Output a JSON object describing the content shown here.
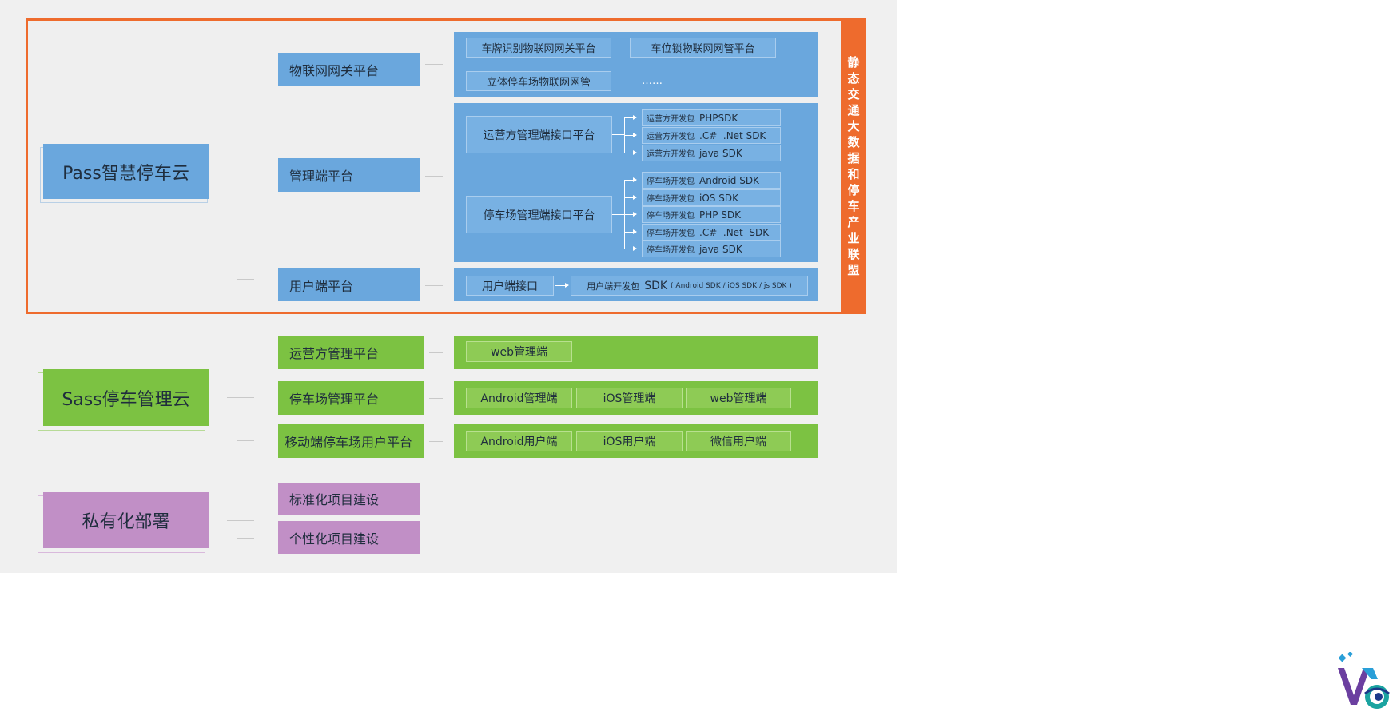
{
  "side_label": "静态交通大数据和停车产业联盟",
  "pass": {
    "root": "Pass智慧停车云",
    "iot_gateway": {
      "label": "物联网网关平台",
      "items": [
        "车牌识别物联网网关平台",
        "车位锁物联网网管平台",
        "立体停车场物联网网管",
        "……"
      ]
    },
    "management": {
      "label": "管理端平台",
      "operator_api": "运营方管理端接口平台",
      "operator_sdks": [
        {
          "prefix": "运营方开发包",
          "name": "PHPSDK"
        },
        {
          "prefix": "运营方开发包",
          "name": ".C#  .Net SDK"
        },
        {
          "prefix": "运营方开发包",
          "name": "java SDK"
        }
      ],
      "parking_api": "停车场管理端接口平台",
      "parking_sdks": [
        {
          "prefix": "停车场开发包",
          "name": "Android SDK"
        },
        {
          "prefix": "停车场开发包",
          "name": "iOS SDK"
        },
        {
          "prefix": "停车场开发包",
          "name": "PHP SDK"
        },
        {
          "prefix": "停车场开发包",
          "name": ".C#  .Net  SDK"
        },
        {
          "prefix": "停车场开发包",
          "name": "java SDK"
        }
      ]
    },
    "user": {
      "label": "用户端平台",
      "api": "用户端接口",
      "sdk_prefix": "用户端开发包",
      "sdk_main": "SDK",
      "sdk_detail": "( Android SDK / iOS SDK / js SDK )"
    }
  },
  "sass": {
    "root": "Sass停车管理云",
    "rows": [
      {
        "label": "运营方管理平台",
        "items": [
          "web管理端"
        ]
      },
      {
        "label": "停车场管理平台",
        "items": [
          "Android管理端",
          "iOS管理端",
          "web管理端"
        ]
      },
      {
        "label": "移动端停车场用户平台",
        "items": [
          "Android用户端",
          "iOS用户端",
          "微信用户端"
        ]
      }
    ]
  },
  "private": {
    "root": "私有化部署",
    "items": [
      "标准化项目建设",
      "个性化项目建设"
    ]
  },
  "colors": {
    "orange": "#ee6b2d",
    "blue": "#6aa7dd",
    "green": "#7cc242",
    "purple": "#c18fc6",
    "background": "#f0f0f0"
  }
}
